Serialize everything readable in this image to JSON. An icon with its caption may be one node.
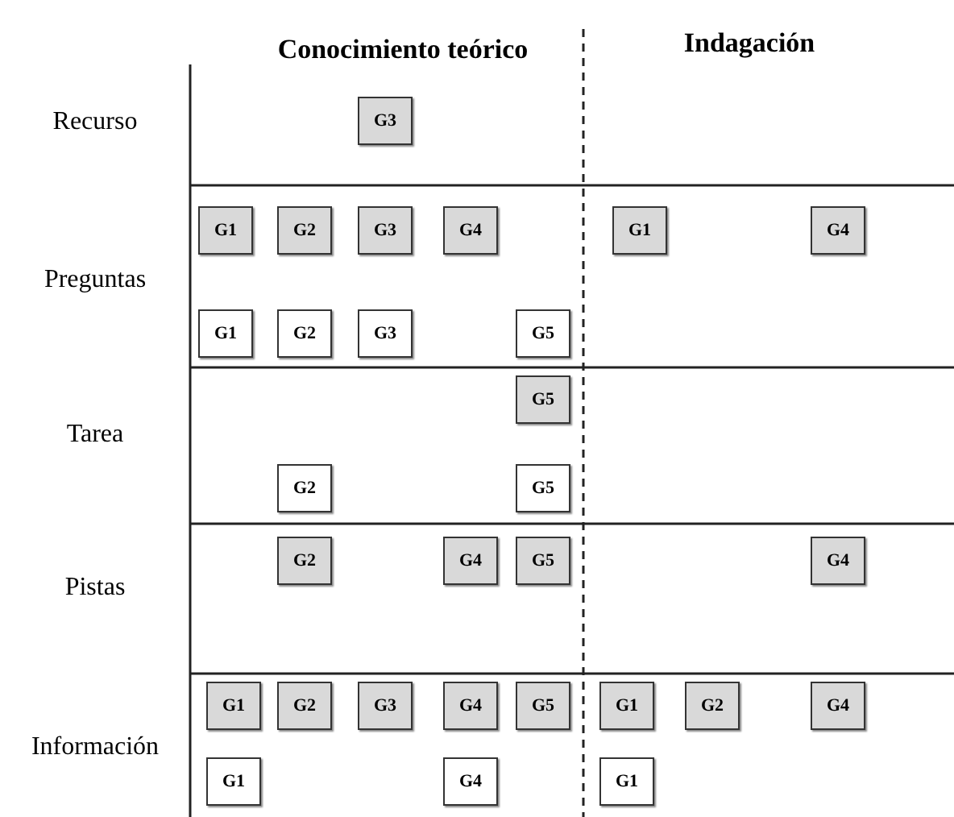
{
  "diagram": {
    "nodes": [
      {
        "text": [
          "G3"
        ]
      },
      {
        "text": [
          "G1"
        ]
      },
      {
        "text": [
          "G2"
        ]
      },
      {
        "text": [
          "G3"
        ]
      },
      {
        "text": [
          "G4"
        ]
      },
      {
        "text": [
          "G1"
        ]
      },
      {
        "text": [
          "G4"
        ]
      },
      {
        "text": [
          "G1"
        ]
      },
      {
        "text": [
          "G2"
        ]
      },
      {
        "text": [
          "G3"
        ]
      },
      {
        "text": [
          "G5"
        ]
      },
      {
        "text": [
          "G5"
        ]
      },
      {
        "text": [
          "G2"
        ]
      },
      {
        "text": [
          "G5"
        ]
      },
      {
        "text": [
          "G2"
        ]
      },
      {
        "text": [
          "G4"
        ]
      },
      {
        "text": [
          "G5"
        ]
      },
      {
        "text": [
          "G4"
        ]
      },
      {
        "text": [
          "G1"
        ]
      },
      {
        "text": [
          "G2"
        ]
      },
      {
        "text": [
          "G3"
        ]
      },
      {
        "text": [
          "G4"
        ]
      },
      {
        "text": [
          "G5"
        ]
      },
      {
        "text": [
          "G1"
        ]
      },
      {
        "text": [
          "G2"
        ]
      },
      {
        "text": [
          "G4"
        ]
      },
      {
        "text": [
          "G1"
        ]
      },
      {
        "text": [
          "G4"
        ]
      },
      {
        "text": [
          "G1"
        ]
      }
    ],
    "labels": [
      "Conocimiento teórico",
      "Indagación",
      "Recurso",
      "Preguntas",
      "Tarea",
      "Pistas",
      "Información"
    ]
  }
}
